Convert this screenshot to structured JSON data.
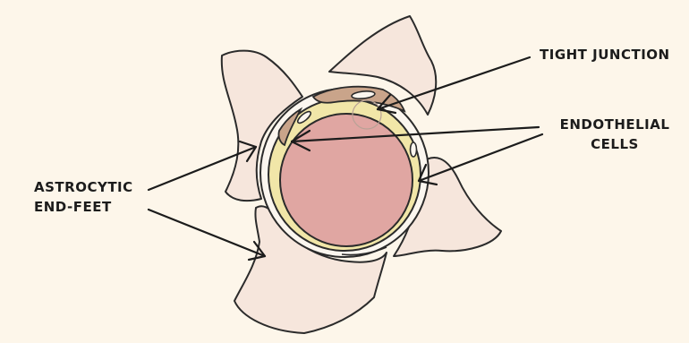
{
  "labels": {
    "tight_junction": "TIGHT JUNCTION",
    "endothelial_line1": "ENDOTHELIAL",
    "endothelial_line2": "CELLS",
    "astrocytic_line1": "ASTROCYTIC",
    "astrocytic_line2": "END-FEET"
  },
  "colors": {
    "background": "#fdf6ea",
    "end_feet": "#f6e6dc",
    "vessel_lumen": "#e0a6a2",
    "basement_layer": "#f1e6a8",
    "endothelial_cell": "#c9a48a",
    "outline": "#2b2b2b"
  }
}
